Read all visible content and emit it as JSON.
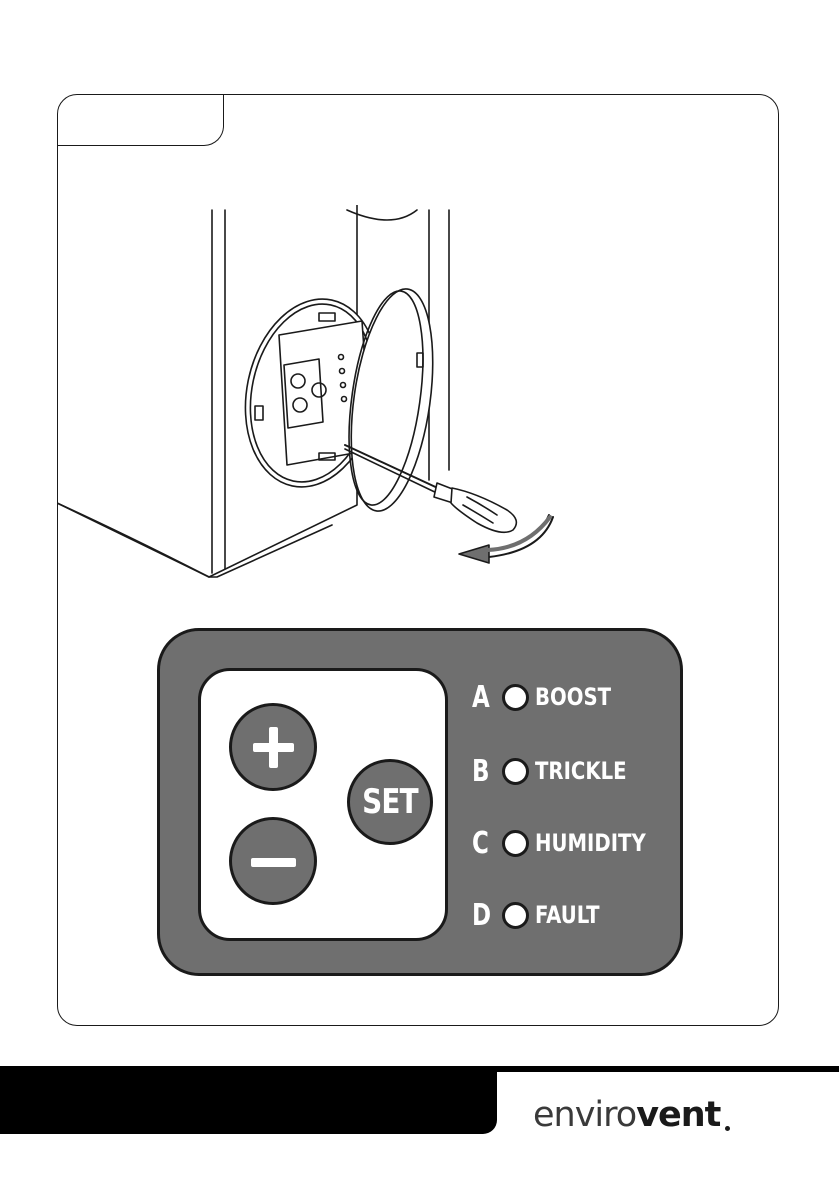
{
  "control_panel": {
    "buttons": {
      "plus_icon": "plus-icon",
      "minus_icon": "minus-icon",
      "set_label": "SET"
    },
    "indicators": [
      {
        "letter": "A",
        "label": "BOOST"
      },
      {
        "letter": "B",
        "label": "TRICKLE"
      },
      {
        "letter": "C",
        "label": "HUMIDITY"
      },
      {
        "letter": "D",
        "label": "FAULT"
      }
    ]
  },
  "footer": {
    "brand_light": "enviro",
    "brand_bold": "vent"
  },
  "colors": {
    "panel": "#6f6f6f",
    "outline": "#1a1a1a",
    "footer_black": "#000000"
  }
}
